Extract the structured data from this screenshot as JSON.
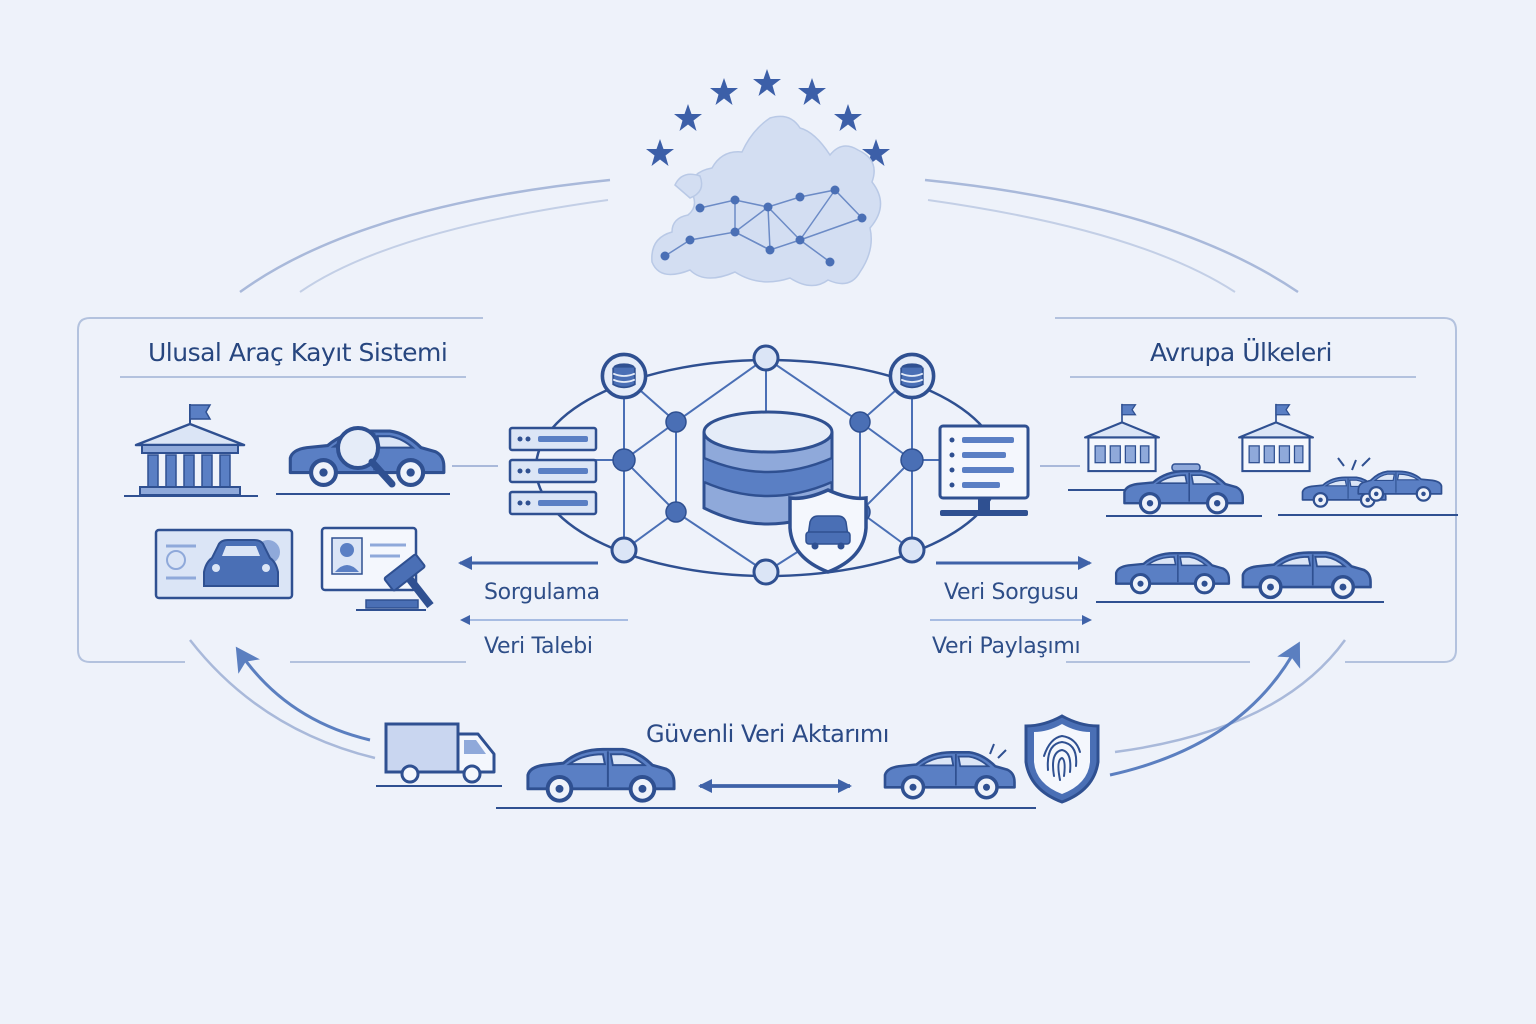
{
  "panels": {
    "left_title": "Ulusal Araç Kayıt Sistemi",
    "right_title": "Avrupa Ülkeleri"
  },
  "flows": {
    "left_query": "Sorgulama",
    "left_request": "Veri Talebi",
    "right_query": "Veri Sorgusu",
    "right_share": "Veri Paylaşımı"
  },
  "transfer": {
    "label": "Güvenli Veri Aktarımı"
  },
  "colors": {
    "primary": "#4a6fb5",
    "stroke": "#2f5091",
    "light_fill": "#c9d6f0",
    "background": "#eef2fa",
    "eu_star": "#3c5fa8"
  },
  "icons": [
    "eu-stars-icon",
    "europe-map-icon",
    "government-building-icon",
    "car-search-icon",
    "vehicle-registration-card-icon",
    "id-card-gavel-icon",
    "server-rack-icon",
    "database-icon",
    "shield-car-icon",
    "computer-terminal-icon",
    "police-car-icon",
    "car-crash-icon",
    "truck-icon",
    "fingerprint-shield-icon"
  ]
}
